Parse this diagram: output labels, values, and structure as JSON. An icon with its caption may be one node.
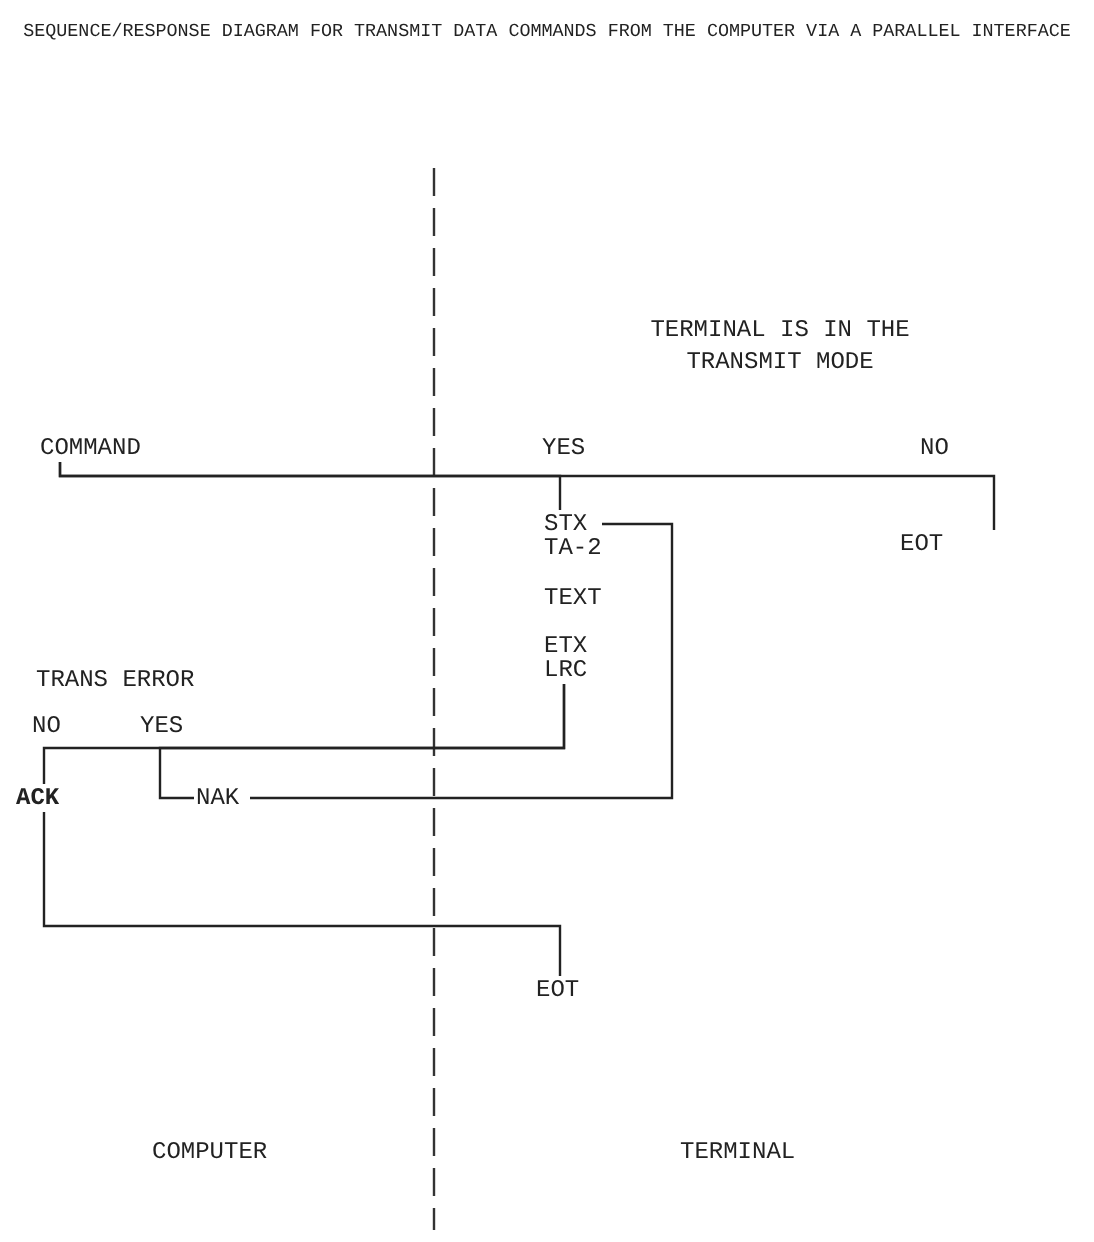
{
  "diagram": {
    "title": "SEQUENCE/RESPONSE DIAGRAM FOR TRANSMIT DATA COMMANDS FROM THE COMPUTER VIA A PARALLEL INTERFACE",
    "nodes": [
      {
        "text": [
          "COMMAND"
        ]
      },
      {
        "text": [
          "STX TA-2"
        ]
      },
      {
        "text": [
          "EOT"
        ]
      },
      {
        "text": [
          "ETX LRC"
        ]
      },
      {
        "text": [
          "ACK"
        ]
      },
      {
        "text": [
          "NAK"
        ]
      },
      {
        "text": [
          "EOT"
        ]
      }
    ],
    "edges": [
      {
        "from": 0,
        "to": 2,
        "arrow": "none"
      },
      {
        "from": 0,
        "to": 1,
        "arrow": "none"
      },
      {
        "from": 1,
        "to": 5,
        "arrow": "none"
      },
      {
        "from": 3,
        "to": 4,
        "arrow": "none"
      },
      {
        "from": 3,
        "to": 5,
        "arrow": "none"
      },
      {
        "from": 4,
        "to": 6,
        "arrow": "none"
      }
    ],
    "labels": [
      "TERMINAL IS IN THE TRANSMIT MODE",
      "YES",
      "NO",
      "TEXT",
      "TRANS ERROR",
      "NO",
      "YES",
      "COMPUTER",
      "TERMINAL"
    ]
  }
}
